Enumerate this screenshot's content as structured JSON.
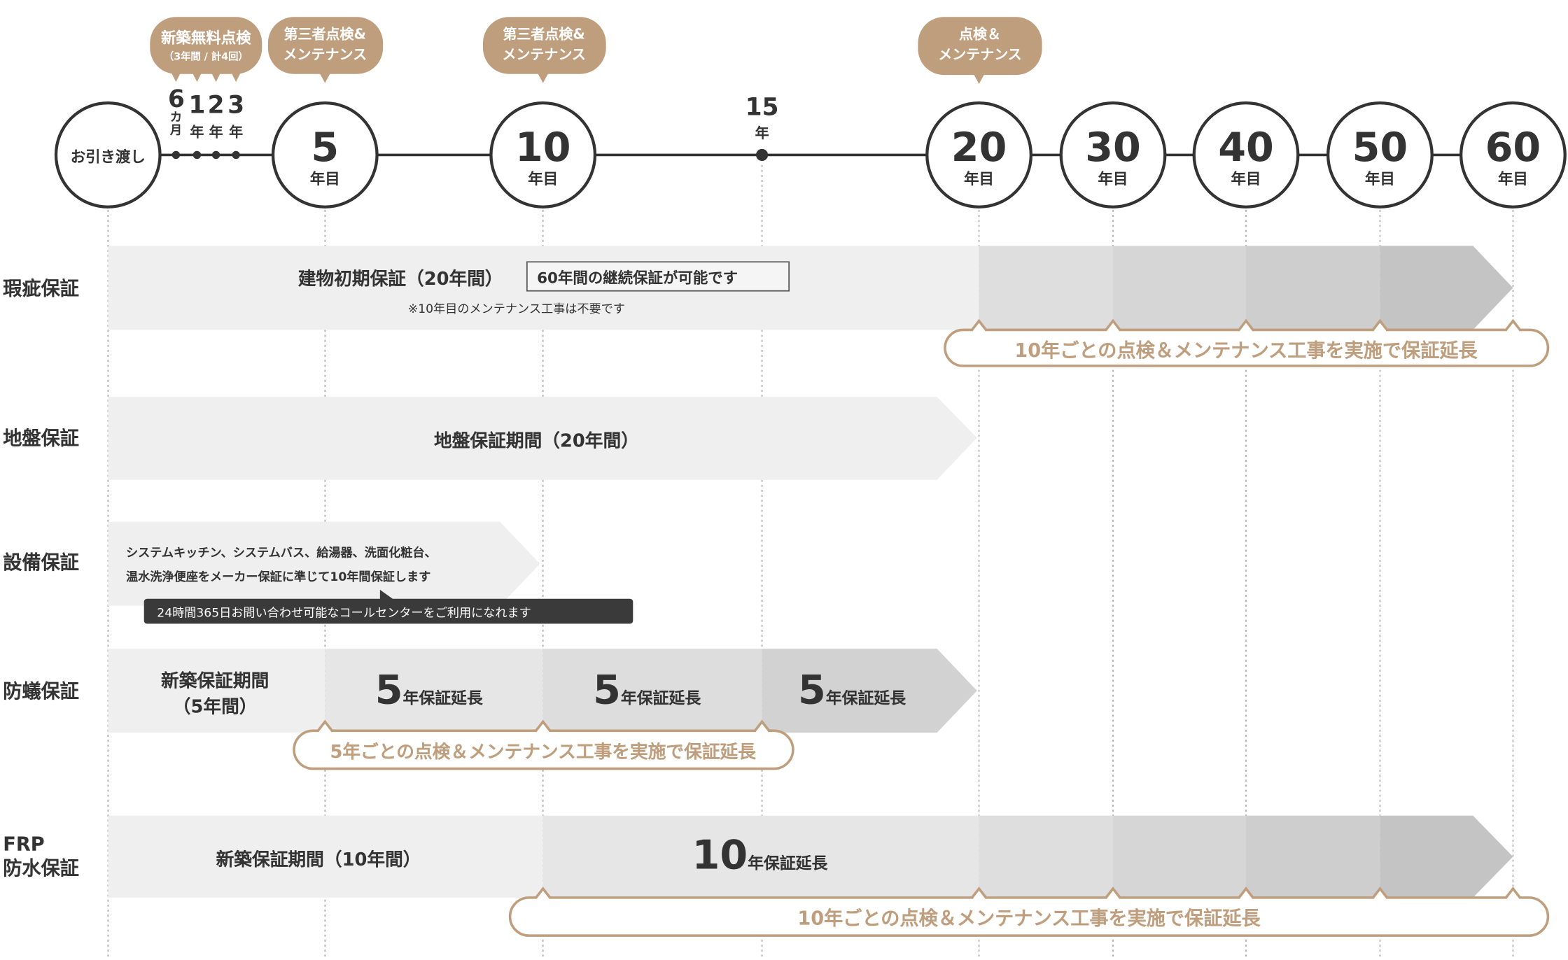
{
  "colors": {
    "accent": "#bf9e7d",
    "dark": "#333333",
    "bar": "#efefef"
  },
  "timeline": {
    "handover": "お引き渡し",
    "early": [
      {
        "num": "6",
        "unit": "カ月"
      },
      {
        "num": "1",
        "unit": "年"
      },
      {
        "num": "2",
        "unit": "年"
      },
      {
        "num": "3",
        "unit": "年"
      }
    ],
    "year15": {
      "num": "15",
      "unit": "年"
    },
    "milestones": [
      {
        "num": "5",
        "unit": "年目"
      },
      {
        "num": "10",
        "unit": "年目"
      },
      {
        "num": "20",
        "unit": "年目"
      },
      {
        "num": "30",
        "unit": "年目"
      },
      {
        "num": "40",
        "unit": "年目"
      },
      {
        "num": "50",
        "unit": "年目"
      },
      {
        "num": "60",
        "unit": "年目"
      }
    ]
  },
  "bubbles": [
    {
      "line1": "新築無料点検",
      "line2": "（3年間 / 計4回）"
    },
    {
      "line1": "第三者点検&",
      "line2": "メンテナンス"
    },
    {
      "line1": "第三者点検&",
      "line2": "メンテナンス"
    },
    {
      "line1": "点検＆",
      "line2": "メンテナンス"
    }
  ],
  "rows": {
    "defect": {
      "label": "瑕疵保証",
      "title": "建物初期保証（20年間）",
      "box": "60年間の継続保証が可能です",
      "note": "※10年目のメンテナンス工事は不要です",
      "pill": "10年ごとの点検＆メンテナンス工事を実施で保証延長"
    },
    "ground": {
      "label": "地盤保証",
      "title": "地盤保証期間（20年間）"
    },
    "equipment": {
      "label": "設備保証",
      "line1": "システムキッチン、システムバス、給湯器、洗面化粧台、",
      "line2": "温水洗浄便座をメーカー保証に準じて10年間保証します",
      "tooltip": "24時間365日お問い合わせ可能なコールセンターをご利用になれます"
    },
    "termite": {
      "label": "防蟻保証",
      "initial1": "新築保証期間",
      "initial2": "（5年間）",
      "ext_num": "5",
      "ext_text": "年保証延長",
      "pill": "5年ごとの点検＆メンテナンス工事を実施で保証延長"
    },
    "frp": {
      "label1": "FRP",
      "label2": "防水保証",
      "initial": "新築保証期間（10年間）",
      "ext_num": "10",
      "ext_text": "年保証延長",
      "pill": "10年ごとの点検＆メンテナンス工事を実施で保証延長"
    }
  }
}
